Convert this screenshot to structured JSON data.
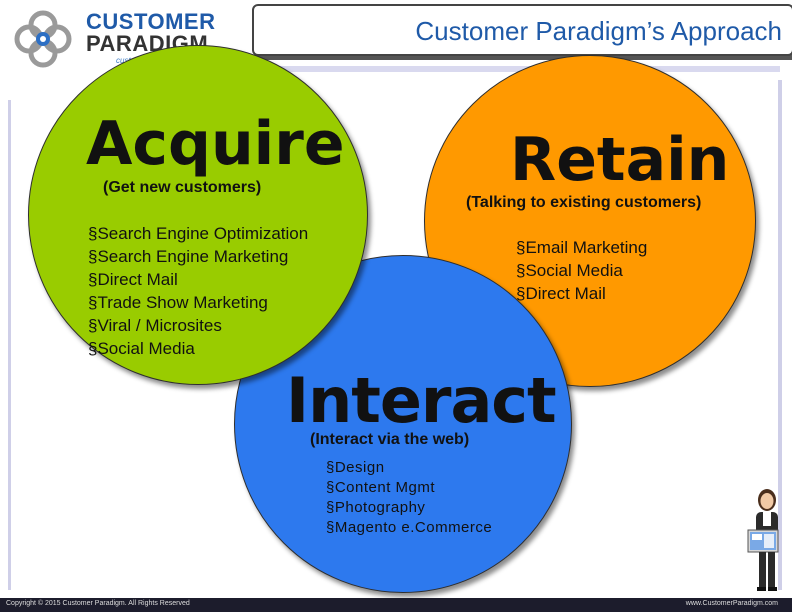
{
  "header": {
    "logo_line1": "CUSTOMER",
    "logo_line2": "PARADIGM",
    "logo_tagline": "customer centric media",
    "title": "Customer Paradigm’s Approach"
  },
  "acquire": {
    "title": "Acquire",
    "subtitle": "(Get new customers)",
    "items": [
      "Search Engine Optimization",
      "Search Engine Marketing",
      "Direct Mail",
      "Trade Show Marketing",
      "Viral / Microsites",
      "Social Media"
    ]
  },
  "retain": {
    "title": "Retain",
    "subtitle": "(Talking to existing customers)",
    "items": [
      "Email Marketing",
      "Social Media",
      "Direct Mail"
    ]
  },
  "interact": {
    "title": "Interact",
    "subtitle": "(Interact via the web)",
    "items": [
      "Design",
      "Content Mgmt",
      "Photography",
      "Magento e.Commerce"
    ]
  },
  "footer": {
    "copyright": "Copyright © 2015 Customer Paradigm. All Rights Reserved",
    "website": "www.CustomerParadigm.com"
  },
  "colors": {
    "acquire": "#99cc00",
    "retain": "#ff9900",
    "interact": "#2d79ee",
    "brand": "#1f5aa8"
  }
}
